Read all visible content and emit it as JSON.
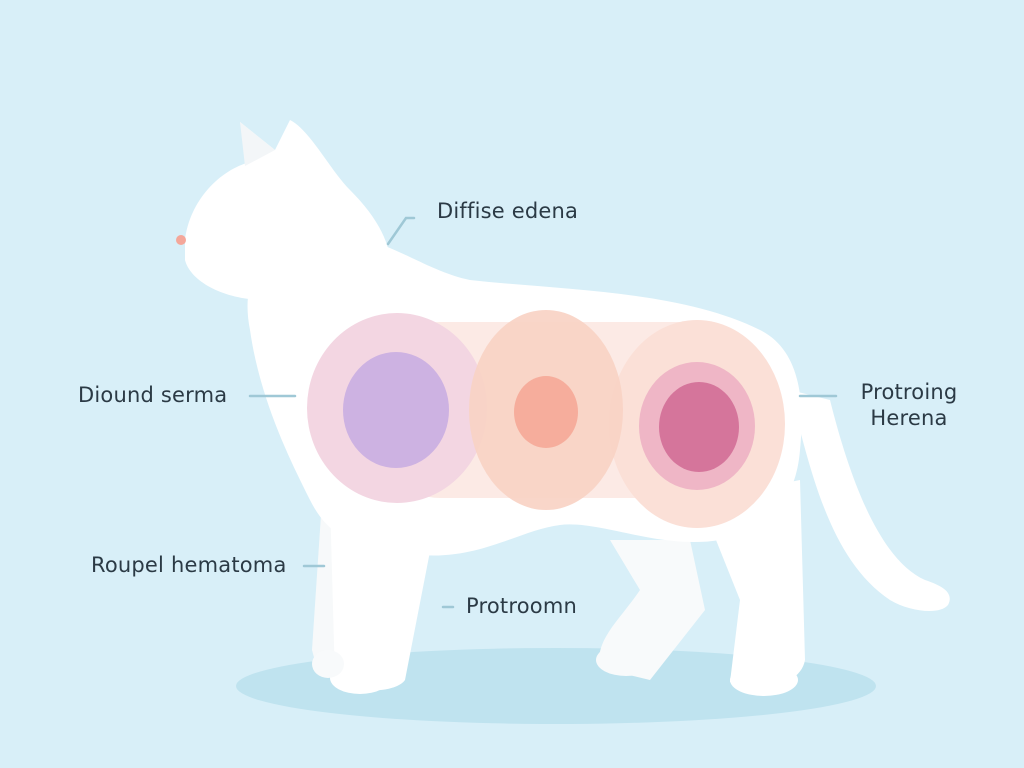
{
  "diagram": {
    "subject": "cat-silhouette",
    "colors": {
      "background": "#d8eff8",
      "body": "#ffffff",
      "shadow": "#bfe3ef",
      "nose": "#f4a79a",
      "leader_line": "#9fc8d6",
      "text": "#2b3a45"
    },
    "regions": [
      {
        "name": "left-lesion",
        "outer": "#f3d6e2",
        "inner": "#cdb2e2"
      },
      {
        "name": "middle-lesion",
        "outer": "#f9d2c4",
        "inner": "#f6ad9c"
      },
      {
        "name": "right-lesion",
        "outer": "#fbe0d7",
        "ring": "#efb6c6",
        "inner": "#d5759b"
      }
    ],
    "labels": [
      {
        "id": "top",
        "text": "Diffise edena"
      },
      {
        "id": "left",
        "text": "Diound serma"
      },
      {
        "id": "right",
        "text": "Protroing\nHerena"
      },
      {
        "id": "lower-left",
        "text": "Roupel hematoma"
      },
      {
        "id": "bottom",
        "text": "Protroomn"
      }
    ]
  }
}
